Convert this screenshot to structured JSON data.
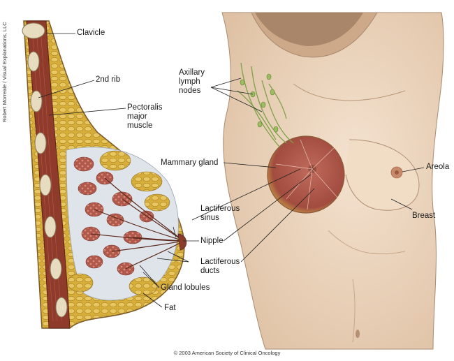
{
  "credits": {
    "illustrator": "Robert Morreale / Visual Explanations, LLC",
    "copyright": "© 2003 American Society of Clinical Oncology"
  },
  "labels": {
    "clavicle": "Clavicle",
    "second_rib": "2nd rib",
    "pectoralis": "Pectoralis\nmajor\nmuscle",
    "axillary": "Axillary\nlymph\nnodes",
    "mammary_gland": "Mammary gland",
    "areola": "Areola",
    "breast": "Breast",
    "lactiferous_sinus": "Lactiferous\nsinus",
    "nipple": "Nipple",
    "lactiferous_ducts": "Lactiferous\nducts",
    "gland_lobules": "Gland lobules",
    "fat": "Fat"
  },
  "colors": {
    "skin": "#efd7bf",
    "muscle": "#8e3b2c",
    "fat": "#d8b23f",
    "gland": "#b4584c",
    "bone": "#e8dcc0",
    "lymph": "#8fae5a"
  }
}
